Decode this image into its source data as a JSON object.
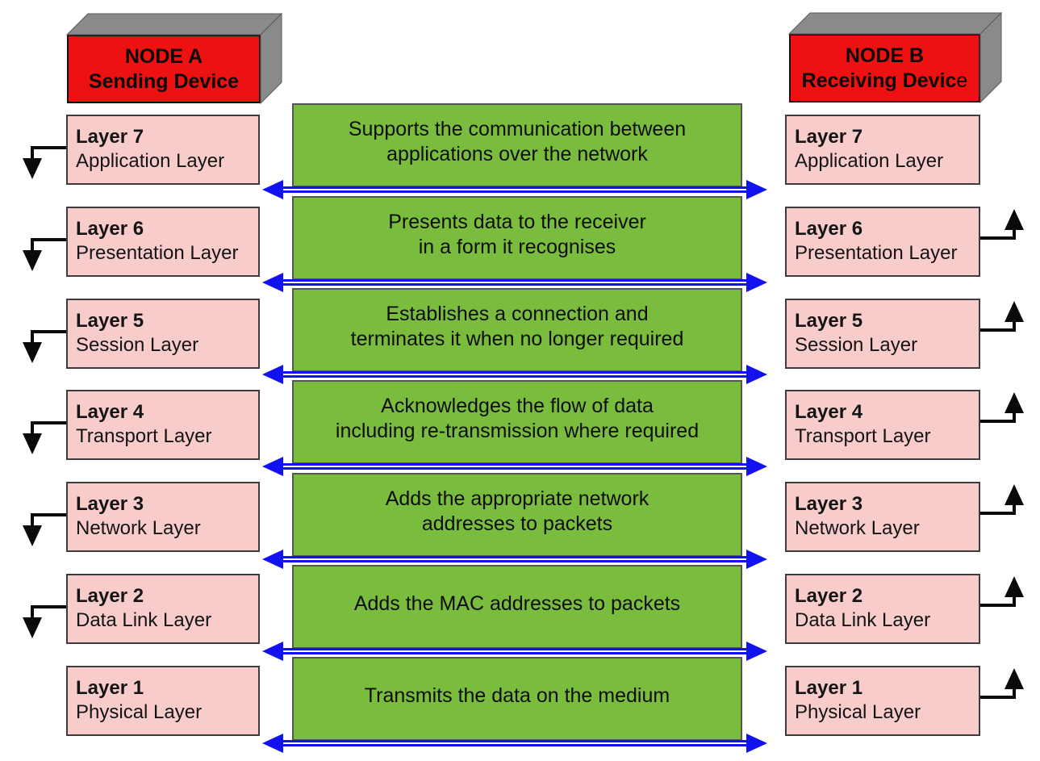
{
  "nodes": {
    "a": {
      "line1": "NODE A",
      "line2": "Sending Device"
    },
    "b": {
      "line1": "NODE B",
      "line2": "Receiving Devic",
      "line2_tail": "e"
    }
  },
  "layers": [
    {
      "title": "Layer 7",
      "name": "Application Layer"
    },
    {
      "title": "Layer 6",
      "name": "Presentation Layer"
    },
    {
      "title": "Layer 5",
      "name": "Session Layer"
    },
    {
      "title": "Layer 4",
      "name": "Transport Layer"
    },
    {
      "title": "Layer 3",
      "name": "Network Layer"
    },
    {
      "title": "Layer 2",
      "name": "Data Link Layer"
    },
    {
      "title": "Layer 1",
      "name": "Physical Layer"
    }
  ],
  "descriptions": [
    {
      "lines": [
        "Supports the communication between",
        "applications over the network"
      ]
    },
    {
      "lines": [
        "Presents data to the receiver",
        "in a form it recognises"
      ]
    },
    {
      "lines": [
        "Establishes a connection and",
        "terminates it when no longer required"
      ]
    },
    {
      "lines": [
        "Acknowledges the flow of data",
        "including re-transmission where required"
      ]
    },
    {
      "lines": [
        "Adds the appropriate network",
        "addresses to packets"
      ]
    },
    {
      "lines": [
        "Adds the MAC addresses to packets"
      ]
    },
    {
      "lines": [
        "Transmits the data on the medium"
      ]
    }
  ],
  "colors": {
    "node_fill": "#ee1111",
    "node_depth_gray": "#8a8a8a",
    "layer_fill": "#f9cccc",
    "description_fill": "#7abd3e",
    "arrow_blue": "#1212f0",
    "arrow_black": "#0a0a0a"
  }
}
